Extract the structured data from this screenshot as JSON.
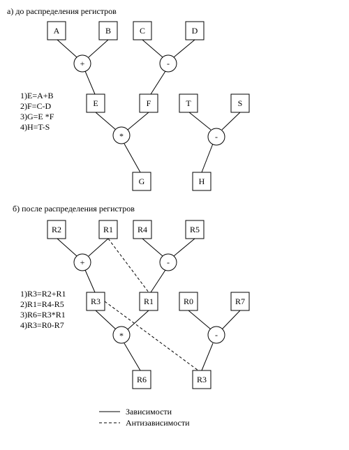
{
  "section_a": {
    "title": "а) до распределения регистров",
    "nodes": {
      "A": "A",
      "B": "B",
      "C": "C",
      "D": "D",
      "E": "E",
      "F": "F",
      "T": "T",
      "S": "S",
      "G": "G",
      "H": "H"
    },
    "ops": {
      "plus": "+",
      "minus1": "-",
      "mul": "*",
      "minus2": "-"
    },
    "code": [
      "1)E=A+B",
      "2)F=C-D",
      "3)G=E *F",
      "4)H=T-S"
    ]
  },
  "section_b": {
    "title": "б) после распределения регистров",
    "nodes": {
      "A": "R2",
      "B": "R1",
      "C": "R4",
      "D": "R5",
      "E": "R3",
      "F": "R1",
      "T": "R0",
      "S": "R7",
      "G": "R6",
      "H": "R3"
    },
    "ops": {
      "plus": "+",
      "minus1": "-",
      "mul": "*",
      "minus2": "-"
    },
    "code": [
      "1)R3=R2+R1",
      "2)R1=R4-R5",
      "3)R6=R3*R1",
      "4)R3=R0-R7"
    ]
  },
  "legend": {
    "solid": "Зависимости",
    "dashed": "Антизависимости"
  }
}
